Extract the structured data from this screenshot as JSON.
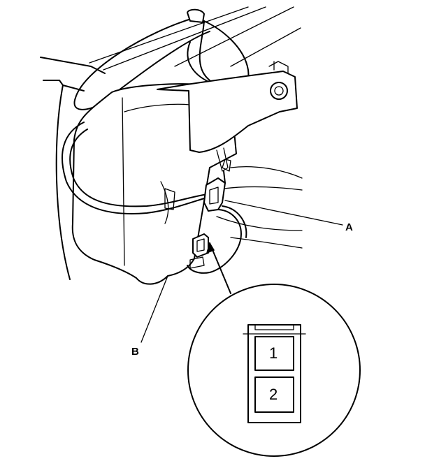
{
  "callouts": {
    "a": "A",
    "b": "B"
  },
  "connector": {
    "pin_1": "1",
    "pin_2": "2"
  }
}
